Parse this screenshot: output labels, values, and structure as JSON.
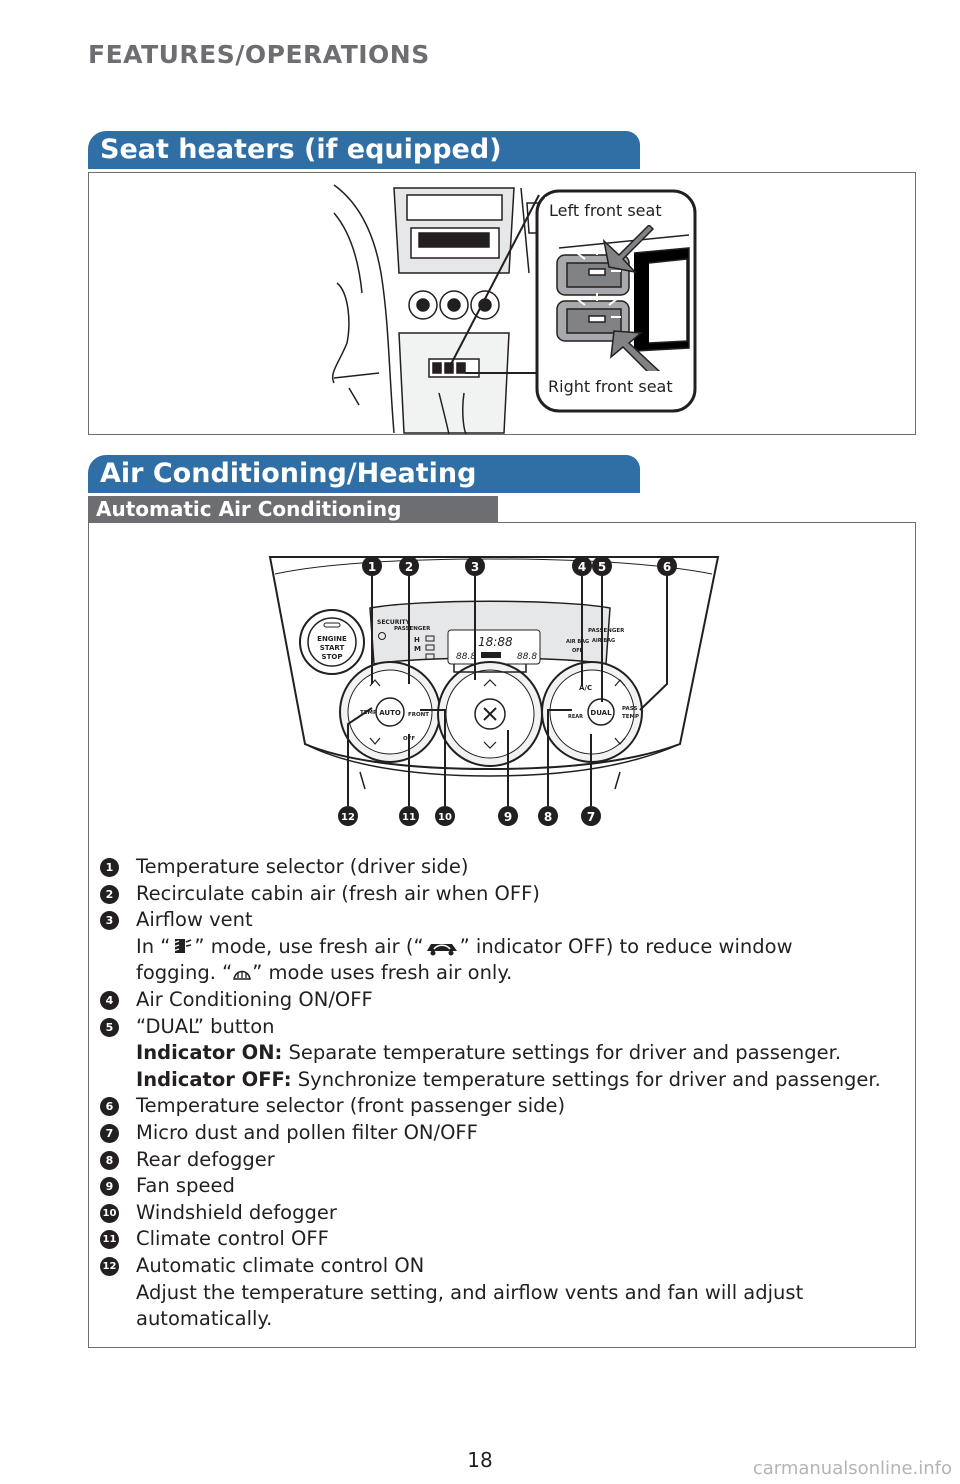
{
  "header": "FEATURES/OPERATIONS",
  "seat_heaters": {
    "title": "Seat heaters (if equipped)",
    "left_label": "Left front seat",
    "right_label": "Right front seat"
  },
  "ac": {
    "title": "Air Conditioning/Heating",
    "subtitle": "Automatic Air Conditioning",
    "panel": {
      "security": "SECURITY",
      "passenger": "PASSENGER",
      "h": "H",
      "m": "M",
      "clock": "18:88",
      "seg_left": "88.8",
      "seg_right": "88.8",
      "airbag_off": "AIR BAG",
      "off": "OFF",
      "passenger_r": "PASSENGER",
      "airbag_on": "AIR BAG",
      "engine1": "ENGINE",
      "engine2": "START",
      "engine3": "STOP",
      "temp": "TEMP",
      "auto": "AUTO",
      "front": "FRONT",
      "off_btn": "OFF",
      "ac_btn": "A/C",
      "rear": "REAR",
      "dual": "DUAL",
      "pass": "PASS",
      "pass_temp": "TEMP"
    },
    "callouts_top": [
      "1",
      "2",
      "3",
      "4",
      "5",
      "6"
    ],
    "callouts_bottom": [
      "12",
      "11",
      "10",
      "9",
      "8",
      "7"
    ],
    "items": [
      {
        "n": "1",
        "text": "Temperature selector (driver side)"
      },
      {
        "n": "2",
        "text": "Recirculate cabin air (fresh air when OFF)"
      },
      {
        "n": "3",
        "text": "Airflow vent"
      },
      {
        "n": "4",
        "text": "Air Conditioning ON/OFF"
      },
      {
        "n": "5",
        "text": "“DUAL” button"
      },
      {
        "n": "6",
        "text": "Temperature selector (front passenger side)"
      },
      {
        "n": "7",
        "text": "Micro dust and pollen filter ON/OFF"
      },
      {
        "n": "8",
        "text": "Rear defogger"
      },
      {
        "n": "9",
        "text": "Fan speed"
      },
      {
        "n": "10",
        "text": "Windshield defogger"
      },
      {
        "n": "11",
        "text": "Climate control OFF"
      },
      {
        "n": "12",
        "text": "Automatic climate control ON"
      }
    ],
    "item3_note_a": "In “",
    "item3_note_b": "” mode, use fresh air (“",
    "item3_note_c": "” indicator OFF) to reduce window",
    "item3_note_d": "fogging. “",
    "item3_note_e": "” mode uses fresh air only.",
    "item5_on_label": "Indicator ON:",
    "item5_on_text": " Separate temperature settings for driver and passenger.",
    "item5_off_label": "Indicator OFF:",
    "item5_off_text": " Synchronize temperature settings for driver and passenger.",
    "item12_note": "Adjust the temperature setting, and airflow vents and fan will adjust automatically."
  },
  "page_number": "18",
  "watermark": "carmanualsonline.info"
}
